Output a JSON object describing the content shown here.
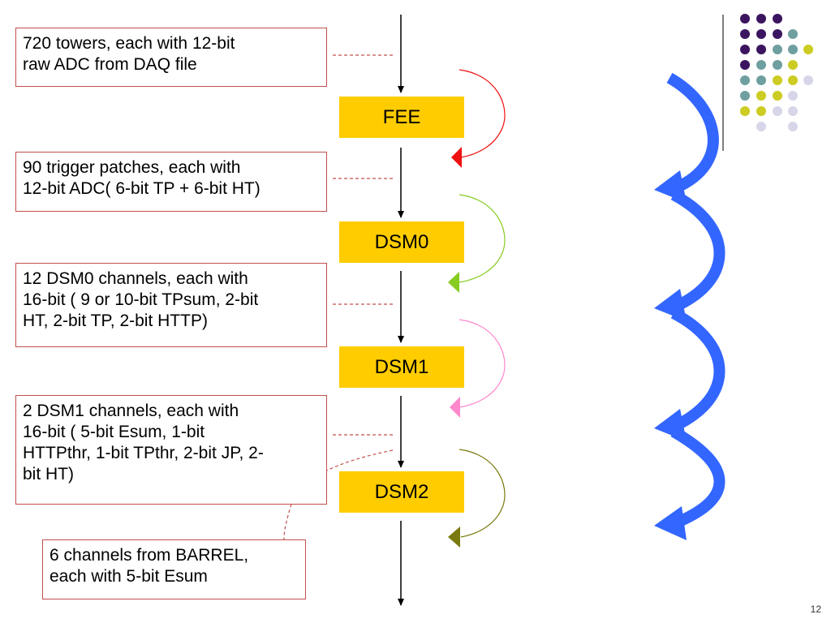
{
  "stages": [
    {
      "id": "fee",
      "label": "FEE"
    },
    {
      "id": "dsm0",
      "label": "DSM0"
    },
    {
      "id": "dsm1",
      "label": "DSM1"
    },
    {
      "id": "dsm2",
      "label": "DSM2"
    }
  ],
  "notes": [
    {
      "id": "towers",
      "text": "720 towers, each with 12-bit\nraw ADC from DAQ file"
    },
    {
      "id": "trigger-patches",
      "text": "90 trigger patches, each with\n12-bit ADC( 6-bit TP + 6-bit HT)"
    },
    {
      "id": "dsm0-channels",
      "text": "12 DSM0 channels, each with\n16-bit ( 9 or 10-bit TPsum,  2-bit\nHT, 2-bit TP, 2-bit HTTP)"
    },
    {
      "id": "dsm1-channels",
      "text": "2 DSM1 channels, each with\n16-bit ( 5-bit Esum, 1-bit\nHTTPthr, 1-bit TPthr, 2-bit JP, 2-\nbit HT)"
    },
    {
      "id": "barrel-channels",
      "text": "6 channels from BARREL,\neach with 5-bit Esum"
    }
  ],
  "colors": {
    "stage_fill": "#ffcc00",
    "note_border": "#c0504d",
    "loop_fee": "#ee1111",
    "loop_dsm0": "#88cc22",
    "loop_dsm1": "#ff88cc",
    "loop_dsm2": "#7a7a10",
    "big_arrow": "#3366ff",
    "dot_purple": "#3b1560",
    "dot_teal": "#6f9fa0",
    "dot_yellow": "#cccc22",
    "dot_lavender": "#d6d6ea"
  },
  "page_number": "12"
}
